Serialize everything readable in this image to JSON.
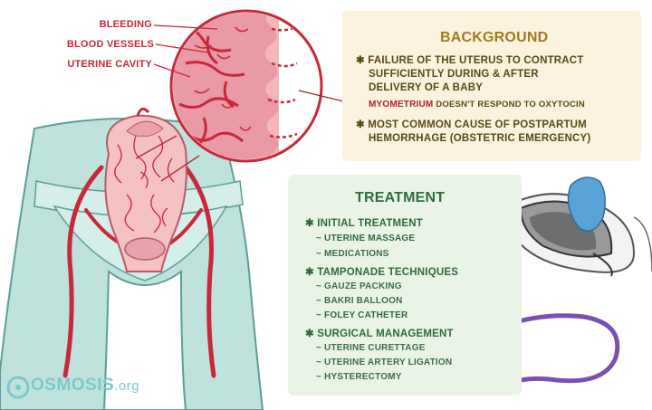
{
  "labels": {
    "bleeding": "BLEEDING",
    "blood_vessels": "BLOOD VESSELS",
    "uterine_cavity": "UTERINE CAVITY"
  },
  "background": {
    "title": "BACKGROUND",
    "item1_lines": [
      "FAILURE of the UTERUS to CONTRACT",
      "SUFFICIENTLY DURING & AFTER",
      "DELIVERY of a BABY"
    ],
    "sub_term": "MYOMETRIUM",
    "sub_rest": "DOESN'T RESPOND to OXYTOCIN",
    "item2_lines": [
      "MOST COMMON CAUSE of POSTPARTUM",
      "HEMORRHAGE (OBSTETRIC EMERGENCY)"
    ]
  },
  "treatment": {
    "title": "TREATMENT",
    "groups": [
      {
        "label": "INITIAL TREATMENT",
        "subs": [
          "UTERINE MASSAGE",
          "MEDICATIONS"
        ]
      },
      {
        "label": "TAMPONADE TECHNIQUES",
        "subs": [
          "GAUZE PACKING",
          "BAKRI BALLOON",
          "FOLEY CATHETER"
        ]
      },
      {
        "label": "SURGICAL MANAGEMENT",
        "subs": [
          "UTERINE CURETTAGE",
          "UTERINE ARTERY LIGATION",
          "HYSTERECTOMY"
        ]
      }
    ]
  },
  "logo": {
    "main": "OSMOSIS",
    "suffix": ".org"
  },
  "colors": {
    "artery": "#c8283a",
    "uterus": "#f4c2c2",
    "body": "#bfe3dc",
    "background_panel": "#fbf3dd",
    "treatment_panel": "#eaf4e6",
    "glove": "#5aa3d9"
  }
}
